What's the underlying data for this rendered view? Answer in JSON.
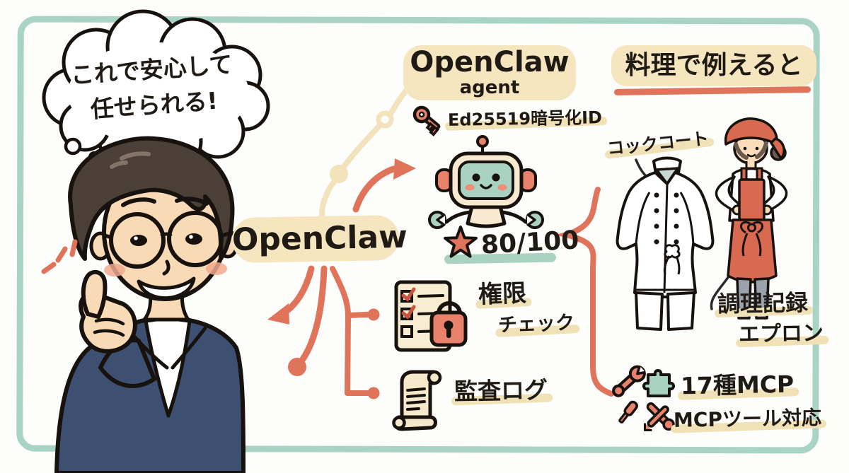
{
  "bubble": {
    "line1": "これで安心して",
    "line2": "任せられる!"
  },
  "center": {
    "label": "OpenClaw"
  },
  "agent": {
    "title": "OpenClaw",
    "subtitle": "agent",
    "credential": "Ed25519暗号化ID",
    "score": "80/100"
  },
  "permissions": {
    "line1": "権限",
    "line2": "チェック"
  },
  "audit": {
    "label": "監査ログ"
  },
  "analogy": {
    "heading": "料理で例えると",
    "coat_label": "コックコート",
    "record_line1": "調理記録",
    "record_line2": "エプロン",
    "mcp_count": "17種MCP",
    "mcp_support": "MCPツール対応"
  },
  "icons": [
    "thought-bubble",
    "thumbs-up-hand",
    "key-icon",
    "robot-mascot",
    "star-icon",
    "checklist-icon",
    "lock-icon",
    "scroll-icon",
    "chef-coat",
    "cook-woman",
    "wrench-icon",
    "puzzle-icon",
    "screwdriver-icon",
    "crossed-tools-icon",
    "curly-brace"
  ],
  "colors": {
    "border_teal": "#a9d4c5",
    "highlight_cream": "#f6e6c0",
    "underline_tan": "#f1e1b6",
    "accent_salmon": "#e0745a",
    "icon_salmon": "#e8826a",
    "teal": "#a9d2c3",
    "navy_blazer": "#3e5072",
    "apron_red": "#d96a52",
    "ink": "#1f1a14"
  }
}
